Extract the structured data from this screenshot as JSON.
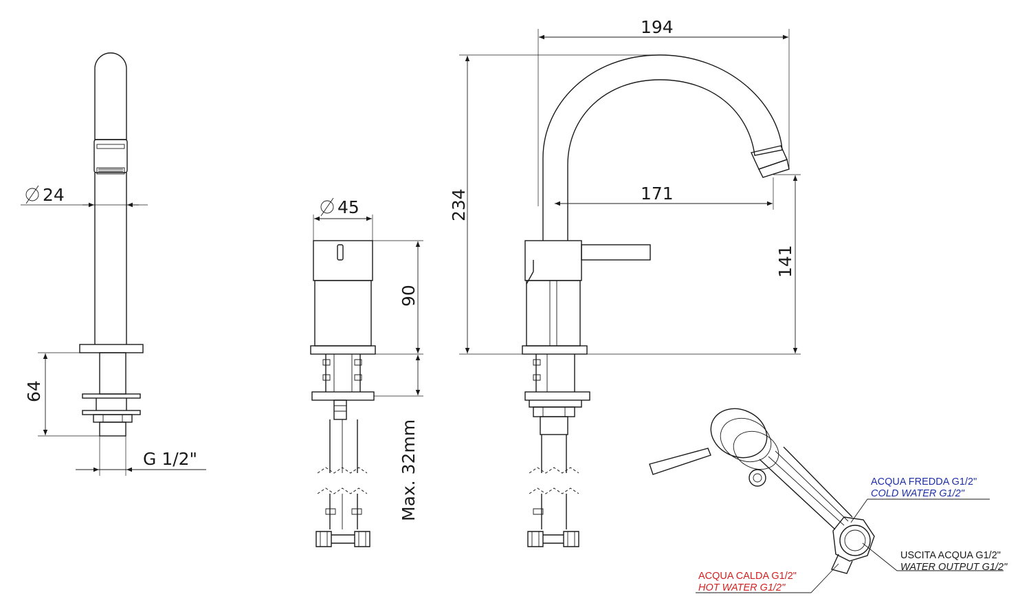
{
  "dimensions": {
    "spout_diameter": "24",
    "spout_height_below_deck": "64",
    "spout_thread": "G 1/2\"",
    "handle_diameter": "45",
    "handle_height": "90",
    "max_deck_thickness": "Max. 32mm",
    "total_reach": "194",
    "total_height": "234",
    "spout_reach": "171",
    "spout_outlet_height": "141"
  },
  "connections": {
    "cold": {
      "it": "ACQUA FREDDA G1/2\"",
      "en": "COLD WATER G1/2\""
    },
    "output": {
      "it": "USCITA ACQUA G1/2\"",
      "en": "WATER OUTPUT G1/2\""
    },
    "hot": {
      "it": "ACQUA CALDA G1/2\"",
      "en": "HOT WATER G1/2\""
    }
  },
  "colors": {
    "line": "#1a1a1a",
    "cold_label": "#1f2fa8",
    "hot_label": "#d42020",
    "output_label": "#1a1a1a"
  }
}
